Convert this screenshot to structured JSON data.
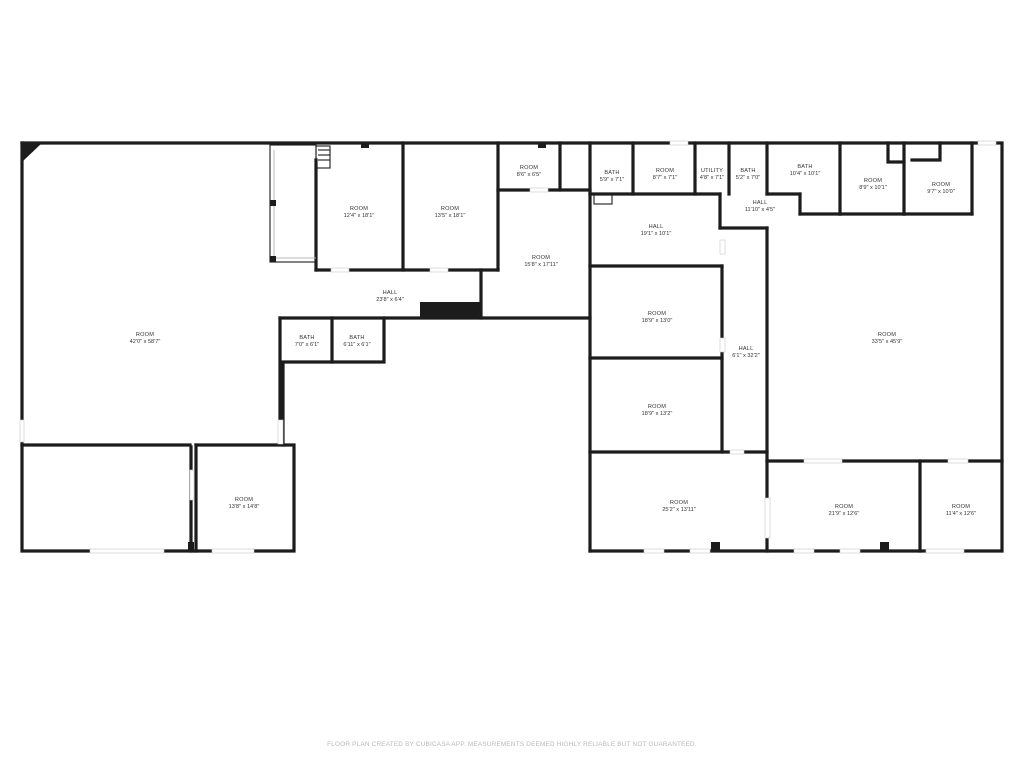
{
  "plan": {
    "footer": "FLOOR PLAN CREATED BY CUBICASA APP. MEASUREMENTS DEEMED HIGHLY RELIABLE BUT NOT GUARANTEED.",
    "rooms": [
      {
        "id": "room-big-west",
        "name": "ROOM",
        "dims": "42'0\" x 58'7\""
      },
      {
        "id": "room-sw",
        "name": "ROOM",
        "dims": "13'8\" x 14'8\""
      },
      {
        "id": "room-north-1",
        "name": "ROOM",
        "dims": "12'4\" x 18'1\""
      },
      {
        "id": "room-north-2",
        "name": "ROOM",
        "dims": "13'5\" x 18'1\""
      },
      {
        "id": "room-north-3",
        "name": "ROOM",
        "dims": "8'6\" x 6'5\""
      },
      {
        "id": "room-center",
        "name": "ROOM",
        "dims": "15'8\" x 17'11\""
      },
      {
        "id": "hall-west",
        "name": "HALL",
        "dims": "23'8\" x 6'4\""
      },
      {
        "id": "bath-1",
        "name": "BATH",
        "dims": "7'0\" x 6'1\""
      },
      {
        "id": "bath-2",
        "name": "BATH",
        "dims": "6'11\" x 6'1\""
      },
      {
        "id": "bath-3",
        "name": "BATH",
        "dims": "5'9\" x 7'1\""
      },
      {
        "id": "room-north-4",
        "name": "ROOM",
        "dims": "8'7\" x 7'1\""
      },
      {
        "id": "utility",
        "name": "UTILITY",
        "dims": "4'8\" x 7'1\""
      },
      {
        "id": "bath-4",
        "name": "BATH",
        "dims": "5'2\" x 7'0\""
      },
      {
        "id": "hall-small",
        "name": "HALL",
        "dims": "11'10\" x 4'5\""
      },
      {
        "id": "bath-5",
        "name": "BATH",
        "dims": "10'4\" x 10'1\""
      },
      {
        "id": "room-north-5",
        "name": "ROOM",
        "dims": "8'9\" x 10'1\""
      },
      {
        "id": "room-north-6",
        "name": "ROOM",
        "dims": "9'7\" x 10'0\""
      },
      {
        "id": "hall-mid",
        "name": "HALL",
        "dims": "19'1\" x 10'1\""
      },
      {
        "id": "room-mid-1",
        "name": "ROOM",
        "dims": "18'9\" x 13'0\""
      },
      {
        "id": "room-mid-2",
        "name": "ROOM",
        "dims": "18'9\" x 13'2\""
      },
      {
        "id": "hall-long",
        "name": "HALL",
        "dims": "6'1\" x 32'2\""
      },
      {
        "id": "room-big-east",
        "name": "ROOM",
        "dims": "33'5\" x 45'9\""
      },
      {
        "id": "room-south-1",
        "name": "ROOM",
        "dims": "25'2\" x 13'11\""
      },
      {
        "id": "room-south-2",
        "name": "ROOM",
        "dims": "21'9\" x 12'6\""
      },
      {
        "id": "room-south-3",
        "name": "ROOM",
        "dims": "11'4\" x 12'6\""
      }
    ]
  }
}
